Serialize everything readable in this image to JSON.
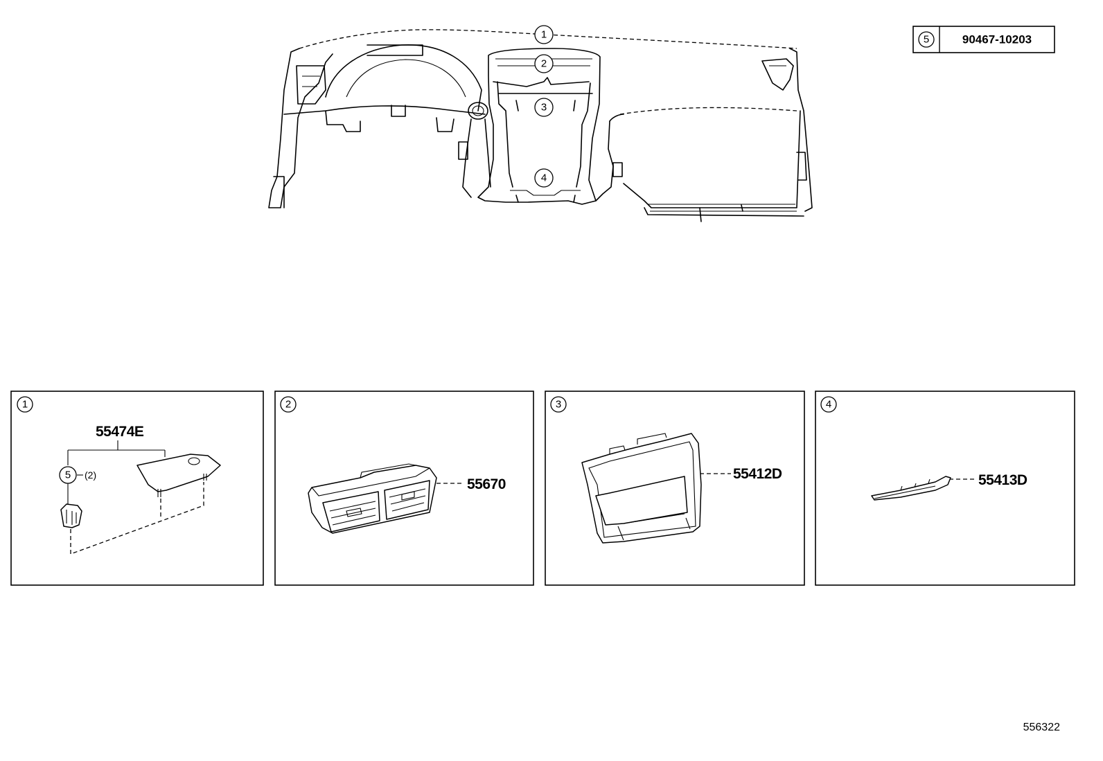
{
  "reference_table": {
    "callout": "5",
    "part_number": "90467-10203"
  },
  "overview_callouts": [
    "1",
    "2",
    "3",
    "4"
  ],
  "panels": [
    {
      "callout": "1",
      "part_label": "55474E",
      "sub_callout": "5",
      "sub_quantity": "(2)"
    },
    {
      "callout": "2",
      "part_label": "55670"
    },
    {
      "callout": "3",
      "part_label": "55412D"
    },
    {
      "callout": "4",
      "part_label": "55413D"
    }
  ],
  "figure_number": "556322"
}
